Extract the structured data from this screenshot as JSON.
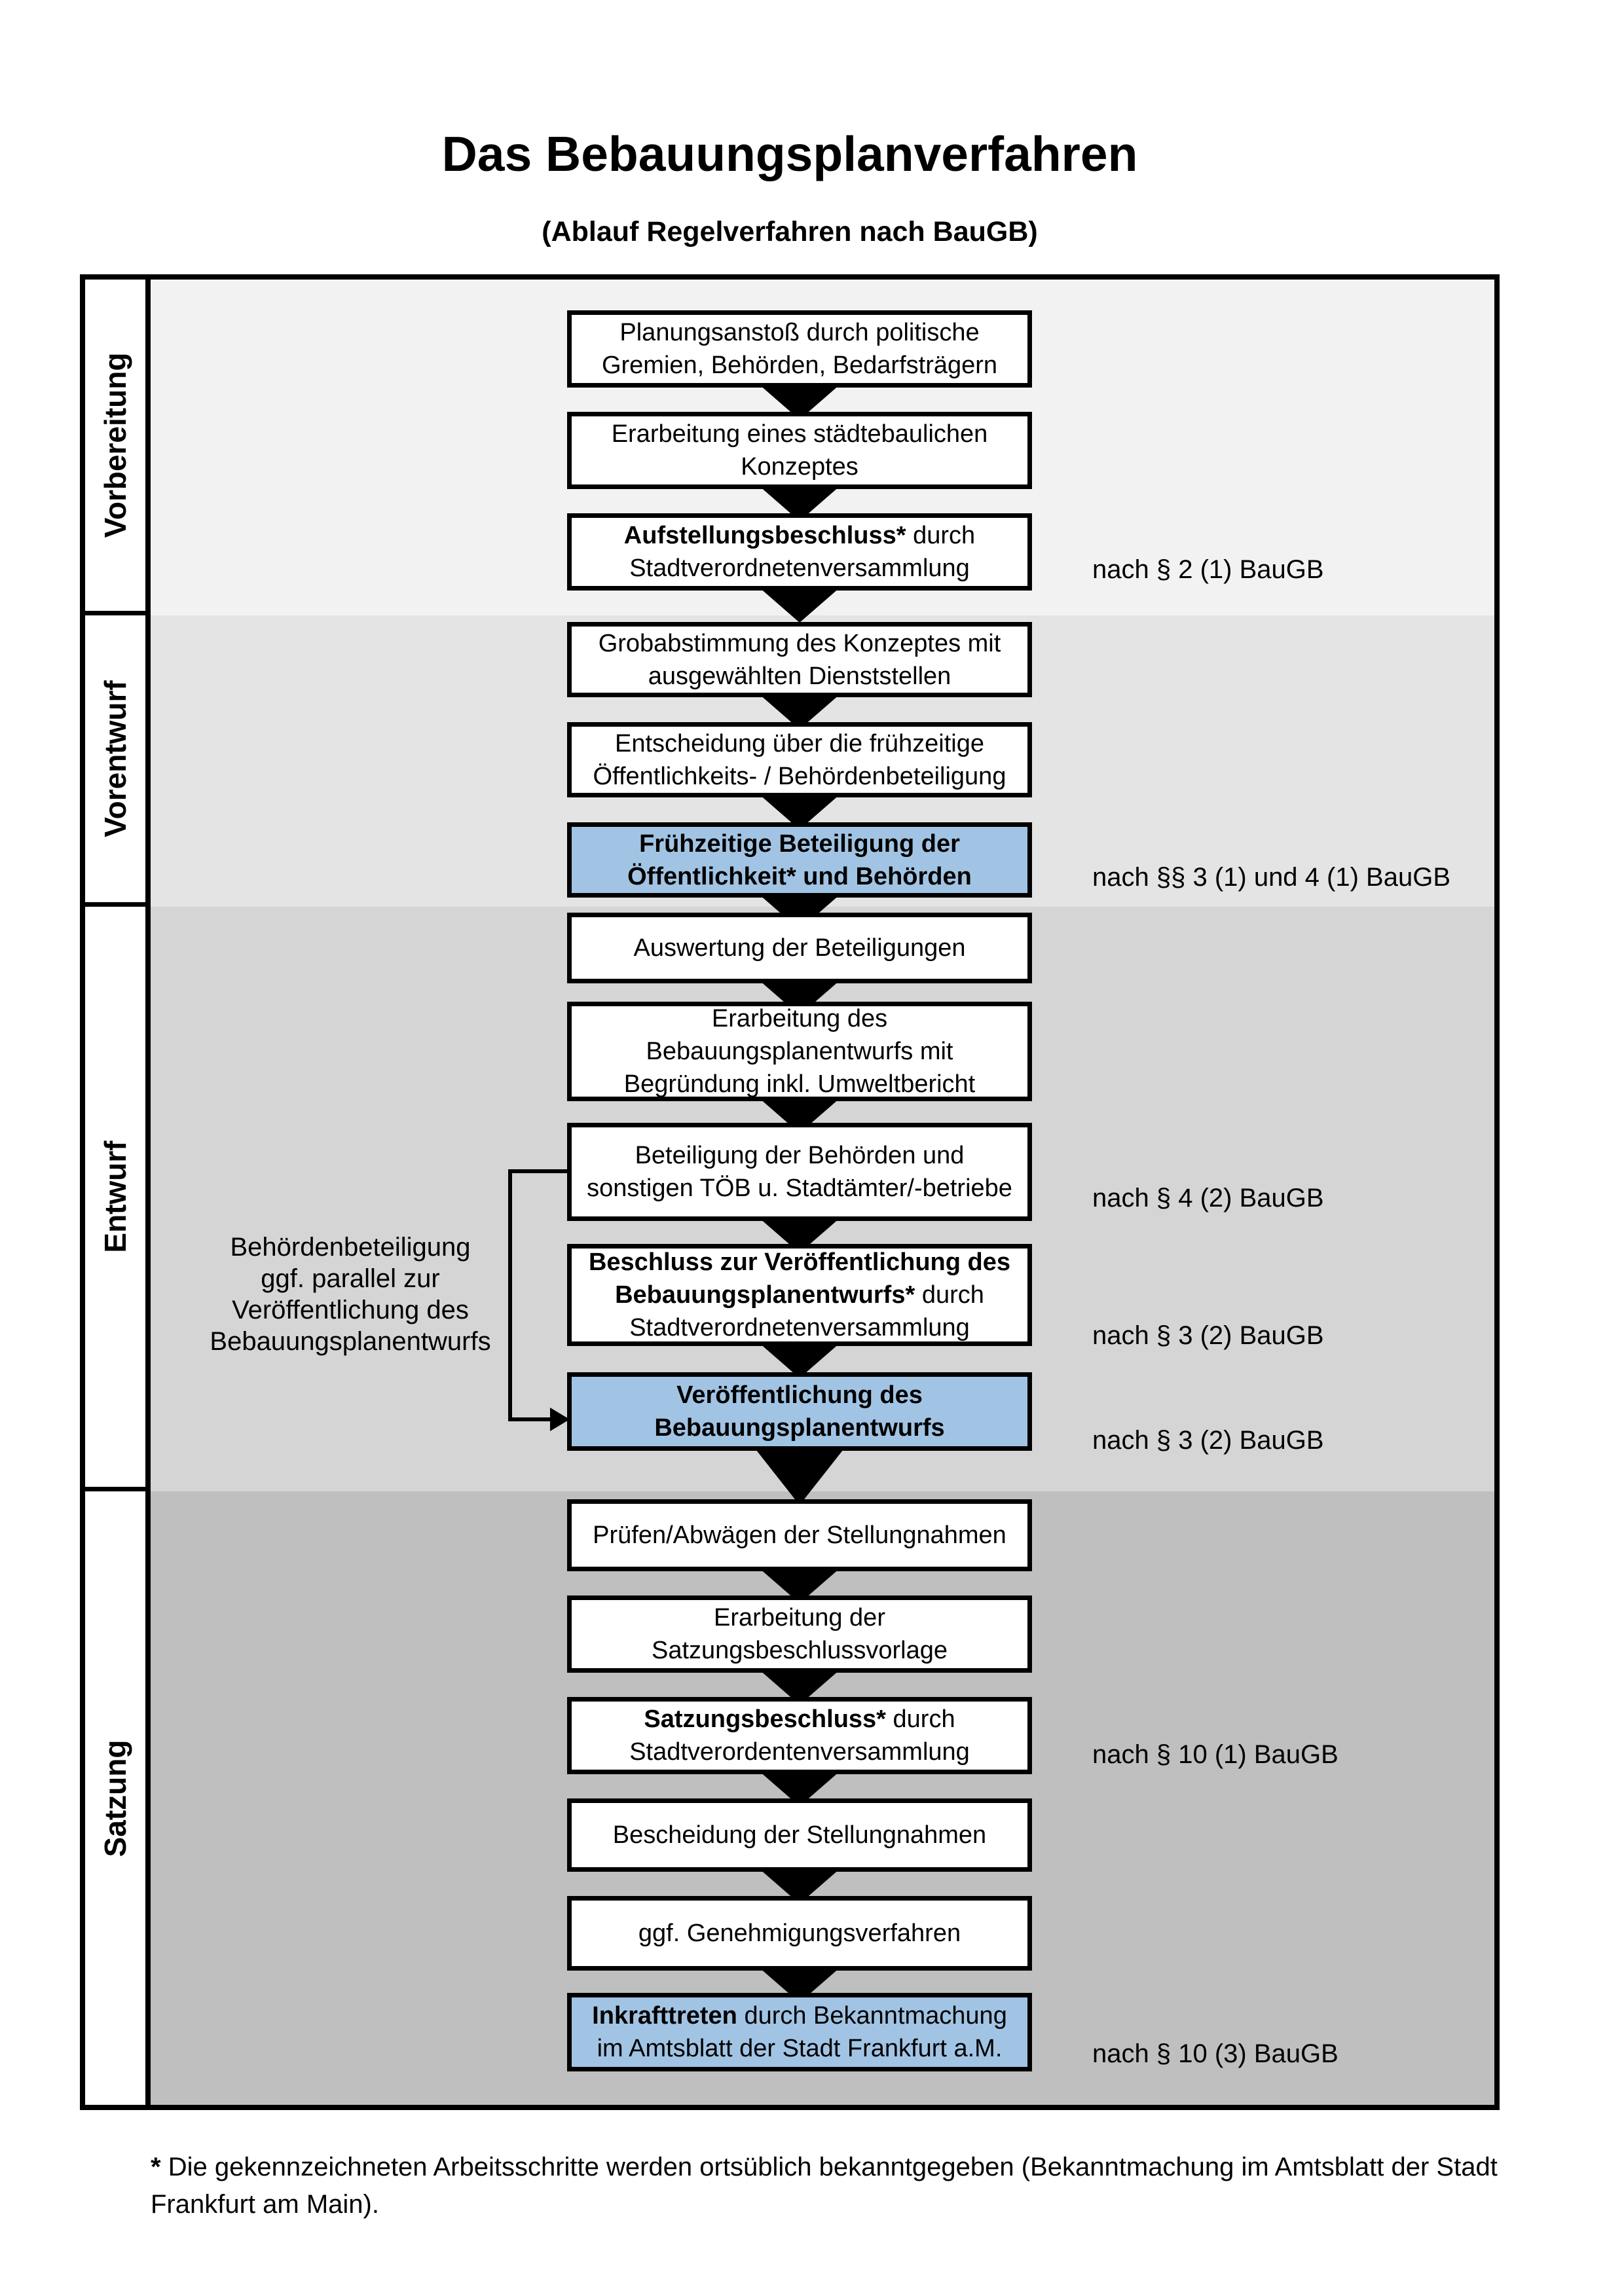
{
  "title": "Das Bebauungsplanverfahren",
  "subtitle": "(Ablauf Regelverfahren nach BauGB)",
  "phases": [
    {
      "label": "Vorbereitung"
    },
    {
      "label": "Vorentwurf"
    },
    {
      "label": "Entwurf"
    },
    {
      "label": "Satzung"
    }
  ],
  "colors": {
    "highlight": "#a2c4e4",
    "ink": "#000000",
    "bands": [
      "#f2f2f2",
      "#e4e4e4",
      "#d5d5d5",
      "#bfbfbf"
    ]
  },
  "flow": {
    "boxes": [
      {
        "name": "planungsanstoss",
        "highlight": false,
        "law": "",
        "lines": [
          [
            {
              "t": "Planungsanstoß durch politische"
            }
          ],
          [
            {
              "t": "Gremien, Behörden, Bedarfsträgern"
            }
          ]
        ]
      },
      {
        "name": "staedtebauliches-konzept",
        "highlight": false,
        "law": "",
        "lines": [
          [
            {
              "t": "Erarbeitung eines städtebaulichen"
            }
          ],
          [
            {
              "t": "Konzeptes"
            }
          ]
        ]
      },
      {
        "name": "aufstellungsbeschluss",
        "highlight": false,
        "law": "nach § 2 (1) BauGB",
        "lines": [
          [
            {
              "t": "Aufstellungsbeschluss*",
              "b": true
            },
            {
              "t": " durch"
            }
          ],
          [
            {
              "t": "Stadtverordnetenversammlung"
            }
          ]
        ]
      },
      {
        "name": "grobabstimmung",
        "highlight": false,
        "law": "",
        "lines": [
          [
            {
              "t": "Grobabstimmung des Konzeptes mit"
            }
          ],
          [
            {
              "t": "ausgewählten Dienststellen"
            }
          ]
        ]
      },
      {
        "name": "entscheidung-beteiligung",
        "highlight": false,
        "law": "",
        "lines": [
          [
            {
              "t": "Entscheidung über die frühzeitige"
            }
          ],
          [
            {
              "t": "Öffentlichkeits- / Behördenbeteiligung"
            }
          ]
        ]
      },
      {
        "name": "fruehzeitige-beteiligung",
        "highlight": true,
        "law": "nach §§ 3 (1) und 4 (1) BauGB",
        "lines": [
          [
            {
              "t": "Frühzeitige Beteiligung der",
              "b": true
            }
          ],
          [
            {
              "t": "Öffentlichkeit* und Behörden",
              "b": true
            }
          ]
        ]
      },
      {
        "name": "auswertung",
        "highlight": false,
        "law": "",
        "lines": [
          [
            {
              "t": "Auswertung der Beteiligungen"
            }
          ]
        ]
      },
      {
        "name": "erarbeitung-entwurf",
        "highlight": false,
        "law": "",
        "lines": [
          [
            {
              "t": "Erarbeitung des"
            }
          ],
          [
            {
              "t": "Bebauungsplanentwurfs mit"
            }
          ],
          [
            {
              "t": "Begründung inkl. Umweltbericht"
            }
          ]
        ]
      },
      {
        "name": "beteiligung-behoerden",
        "highlight": false,
        "law": "nach § 4 (2) BauGB",
        "lines": [
          [
            {
              "t": "Beteiligung der Behörden und"
            }
          ],
          [
            {
              "t": "sonstigen TÖB u. Stadtämter/-betriebe"
            }
          ]
        ]
      },
      {
        "name": "beschluss-veroeffentlichung",
        "highlight": false,
        "law": "nach § 3 (2) BauGB",
        "lines": [
          [
            {
              "t": "Beschluss zur Veröffentlichung des",
              "b": true
            }
          ],
          [
            {
              "t": "Bebauungsplanentwurfs*",
              "b": true
            },
            {
              "t": " durch"
            }
          ],
          [
            {
              "t": "Stadtverordnetenversammlung"
            }
          ]
        ]
      },
      {
        "name": "veroeffentlichung-entwurf",
        "highlight": true,
        "law": "nach § 3 (2) BauGB",
        "lines": [
          [
            {
              "t": "Veröffentlichung des",
              "b": true
            }
          ],
          [
            {
              "t": "Bebauungsplanentwurfs",
              "b": true
            }
          ]
        ]
      },
      {
        "name": "pruefen-abwaegen",
        "highlight": false,
        "law": "",
        "lines": [
          [
            {
              "t": "Prüfen/Abwägen der Stellungnahmen"
            }
          ]
        ]
      },
      {
        "name": "satzungsbeschlussvorlage",
        "highlight": false,
        "law": "",
        "lines": [
          [
            {
              "t": "Erarbeitung der"
            }
          ],
          [
            {
              "t": "Satzungsbeschlussvorlage"
            }
          ]
        ]
      },
      {
        "name": "satzungsbeschluss",
        "highlight": false,
        "law": "nach § 10 (1) BauGB",
        "lines": [
          [
            {
              "t": "Satzungsbeschluss*",
              "b": true
            },
            {
              "t": " durch"
            }
          ],
          [
            {
              "t": "Stadtverordentenversammlung"
            }
          ]
        ]
      },
      {
        "name": "bescheidung",
        "highlight": false,
        "law": "",
        "lines": [
          [
            {
              "t": "Bescheidung der Stellungnahmen"
            }
          ]
        ]
      },
      {
        "name": "genehmigungsverfahren",
        "highlight": false,
        "law": "",
        "lines": [
          [
            {
              "t": "ggf. Genehmigungsverfahren"
            }
          ]
        ]
      },
      {
        "name": "inkrafttreten",
        "highlight": true,
        "law": "nach § 10 (3) BauGB",
        "lines": [
          [
            {
              "t": "Inkrafttreten",
              "b": true
            },
            {
              "t": " durch Bekanntmachung"
            }
          ],
          [
            {
              "t": "im Amtsblatt der Stadt Frankfurt a.M."
            }
          ]
        ]
      }
    ]
  },
  "side_note": {
    "lines": [
      "Behördenbeteiligung",
      "ggf. parallel zur",
      "Veröffentlichung des",
      "Bebauungsplanentwurfs"
    ]
  },
  "footnote": {
    "marker": "*",
    "line1": "Die gekennzeichneten Arbeitsschritte werden ortsüblich bekanntgegeben (Bekanntmachung im Amtsblatt der Stadt",
    "line2": "Frankfurt am Main)."
  }
}
